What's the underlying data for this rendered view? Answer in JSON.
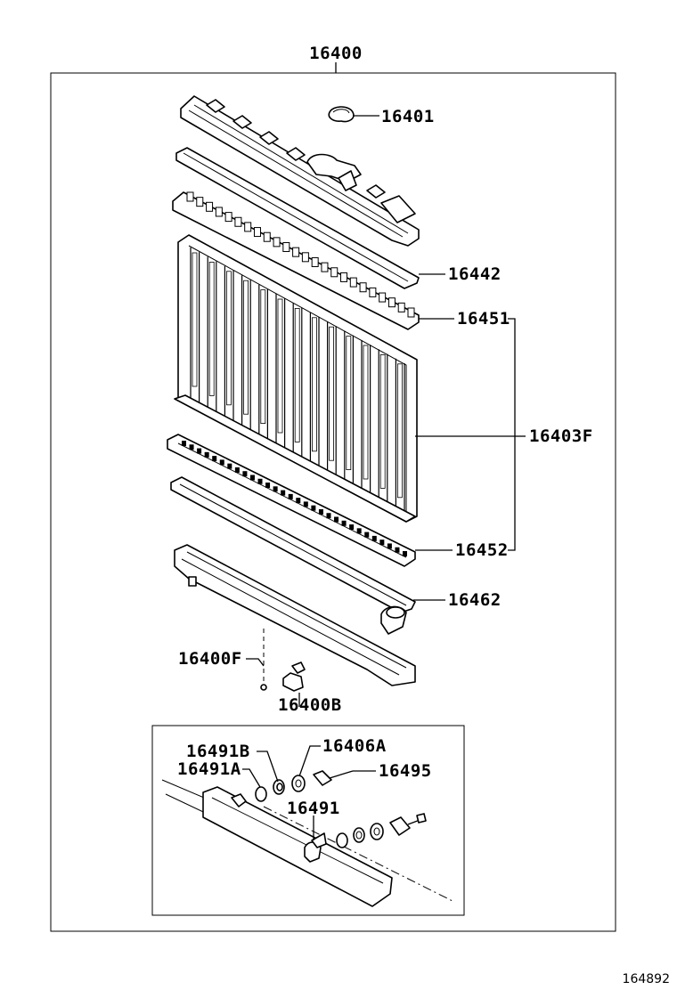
{
  "labels": {
    "assembly": "16400",
    "cap": "16401",
    "upper_gasket": "16442",
    "upper_seat": "16451",
    "core": "16403F",
    "lower_seat": "16452",
    "lower_gasket": "16462",
    "drain_plug_f": "16400F",
    "drain_plug_b": "16400B",
    "sub_16491B": "16491B",
    "sub_16406A": "16406A",
    "sub_16491A": "16491A",
    "sub_16495": "16495",
    "sub_16491": "16491"
  },
  "figure_number": "164892"
}
